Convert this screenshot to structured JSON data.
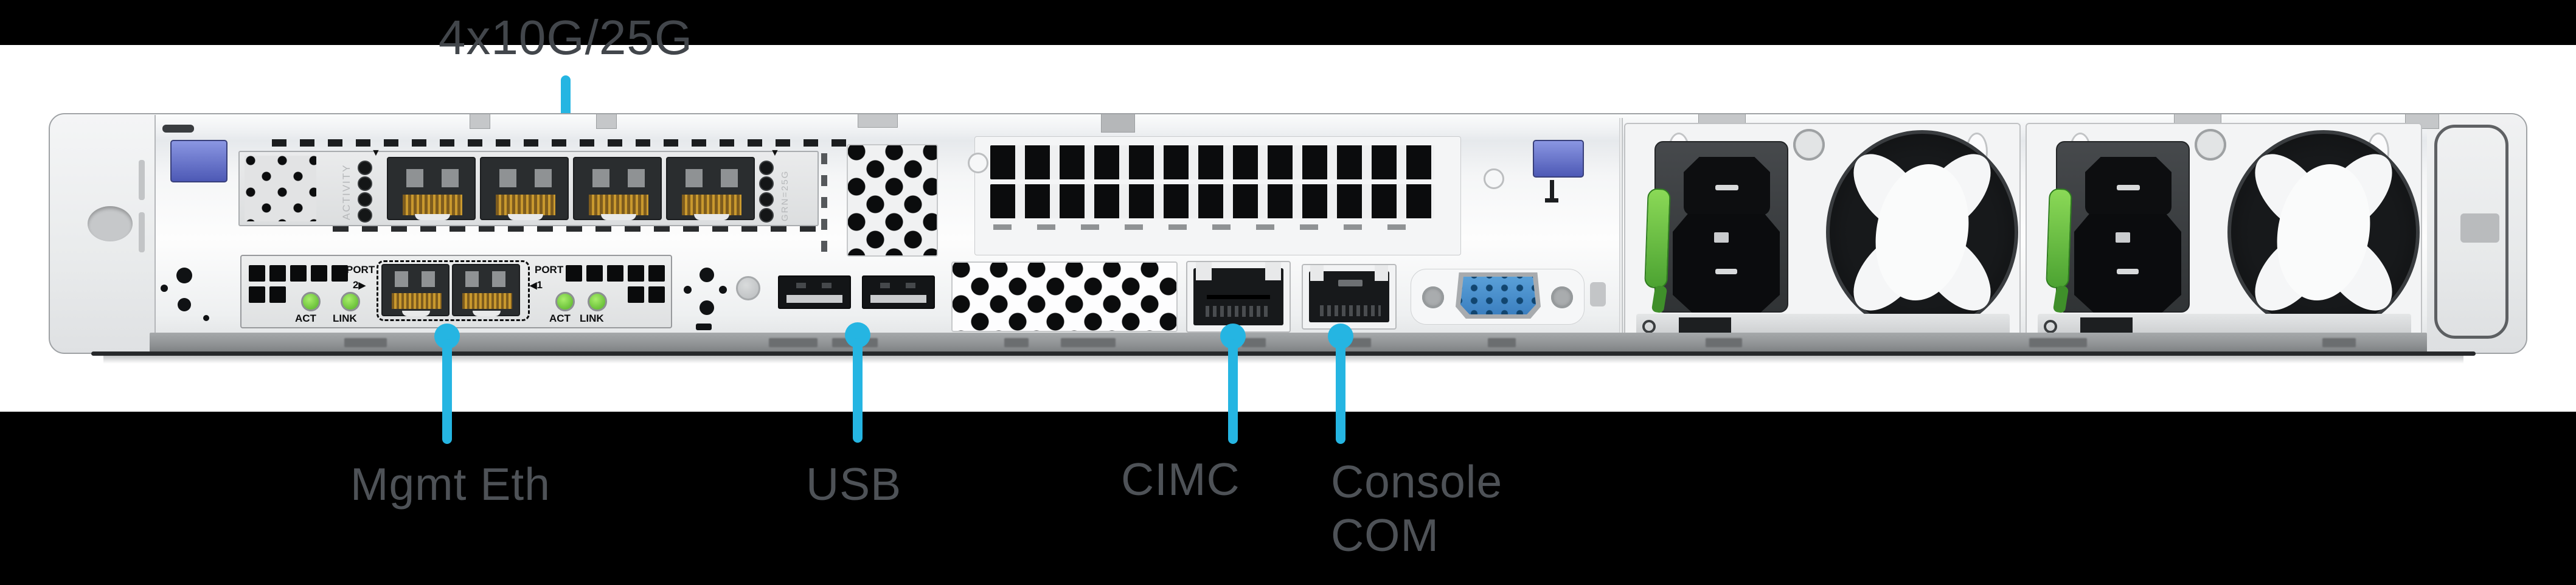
{
  "colors": {
    "accent": "#25b5e2",
    "label": "#4e5257",
    "label_top": "#42464b",
    "psu_handle_green": "#4ca332",
    "vga_blue": "#3b7fc0"
  },
  "callouts": {
    "top": {
      "label": "4x10G/25G"
    },
    "bottom": [
      {
        "id": "mgmt",
        "label": "Mgmt Eth"
      },
      {
        "id": "usb",
        "label": "USB"
      },
      {
        "id": "cimc",
        "label": "CIMC"
      },
      {
        "id": "console",
        "label": "Console",
        "label2": "COM"
      }
    ]
  },
  "cards": {
    "ocp": {
      "left_vertical_text": "ACTIVITY",
      "right_vertical_text": "GRN=25G",
      "marker": "▼"
    },
    "mgmt": {
      "port_label": "PORT",
      "port2_num": "2",
      "port1_num": "1",
      "arrow_right": "▶",
      "arrow_left": "◀",
      "act": "ACT",
      "link": "LINK"
    }
  }
}
